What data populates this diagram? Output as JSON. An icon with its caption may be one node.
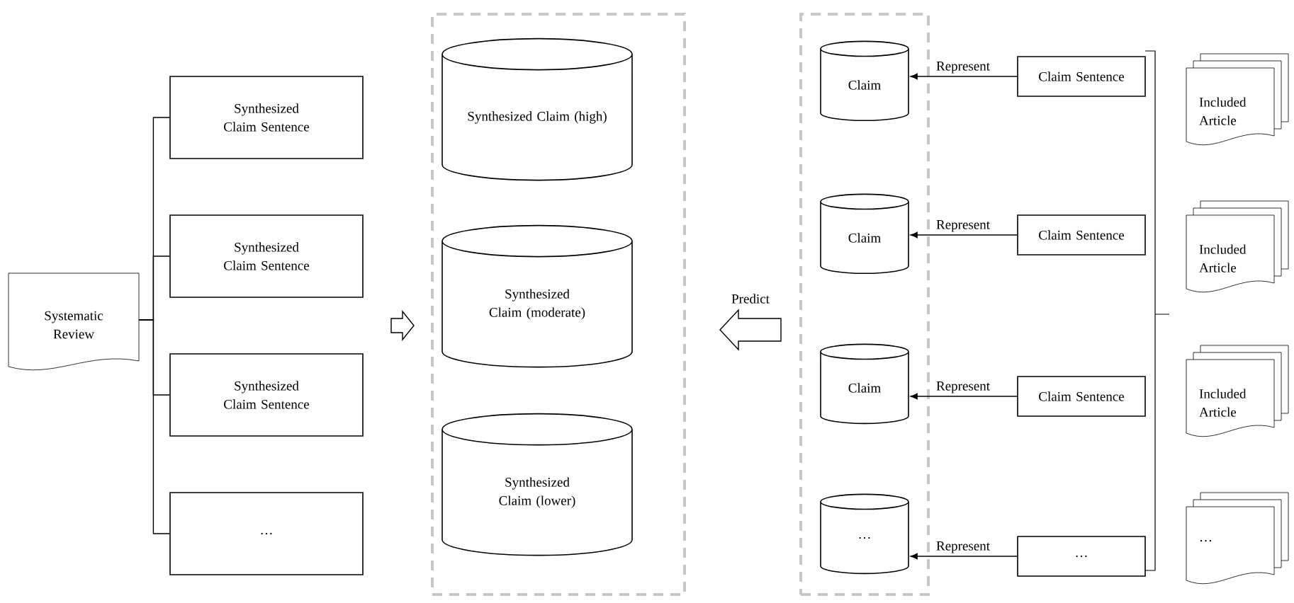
{
  "diagram": {
    "nodes": [
      {
        "text": [
          "Systematic Review"
        ]
      },
      {
        "text": [
          "Synthesized Claim Sentence"
        ]
      },
      {
        "text": [
          "Synthesized Claim Sentence"
        ]
      },
      {
        "text": [
          "Synthesized Claim Sentence"
        ]
      },
      {
        "text": [
          "…"
        ]
      },
      {
        "text": [],
        "shape": "box"
      },
      {
        "text": [
          "Synthesized Claim (high)"
        ],
        "in": 5
      },
      {
        "text": [
          "Synthesized Claim (moderate)"
        ],
        "in": 5
      },
      {
        "text": [
          "Synthesized Claim (lower)"
        ],
        "in": 5
      },
      {
        "text": [],
        "shape": "box"
      },
      {
        "text": [
          "Claim"
        ],
        "in": 9
      },
      {
        "text": [
          "Claim"
        ],
        "in": 9
      },
      {
        "text": [
          "Claim"
        ],
        "in": 9
      },
      {
        "text": [
          "…"
        ],
        "in": 9
      },
      {
        "text": [
          "Claim Sentence"
        ]
      },
      {
        "text": [
          "Claim Sentence"
        ]
      },
      {
        "text": [
          "Claim Sentence"
        ]
      },
      {
        "text": [
          "…"
        ]
      },
      {
        "text": [
          "Included Article"
        ]
      },
      {
        "text": [
          "Included Article"
        ]
      },
      {
        "text": [
          "Included Article"
        ]
      },
      {
        "text": [
          "…"
        ]
      }
    ],
    "edges": [
      {
        "from": 0,
        "to": 1,
        "arrow": "none"
      },
      {
        "from": 0,
        "to": 2,
        "arrow": "none"
      },
      {
        "from": 0,
        "to": 3,
        "arrow": "none"
      },
      {
        "from": 0,
        "to": 4,
        "arrow": "none"
      },
      {
        "from": null,
        "to": 5,
        "arrow": "to"
      },
      {
        "from": 9,
        "to": 5,
        "arrow": "to",
        "label": "Predict"
      },
      {
        "from": 14,
        "to": 10,
        "arrow": "to",
        "label": "Represent"
      },
      {
        "from": 15,
        "to": 11,
        "arrow": "to",
        "label": "Represent"
      },
      {
        "from": 16,
        "to": 12,
        "arrow": "to",
        "label": "Represent"
      },
      {
        "from": 17,
        "to": 13,
        "arrow": "to",
        "label": "Represent"
      }
    ]
  }
}
